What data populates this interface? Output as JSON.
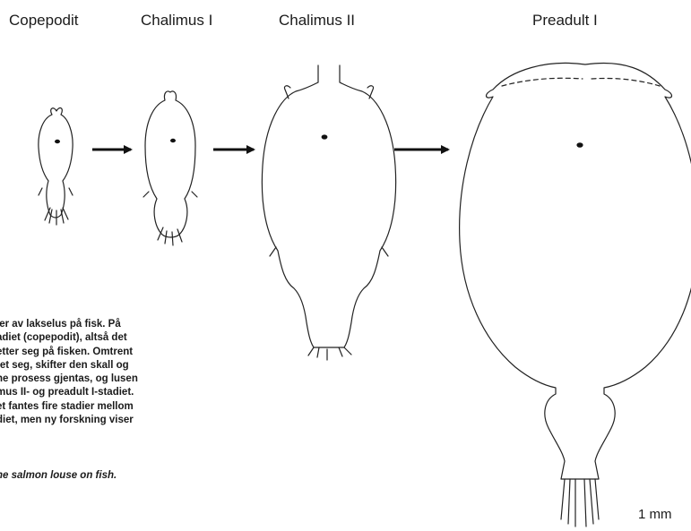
{
  "stages": {
    "copepodit": "Copepodit",
    "chalimus1": "Chalimus I",
    "chalimus2": "Chalimus II",
    "preadult1": "Preadult I"
  },
  "caption_no": [
    "ier av lakselus på fisk. På",
    "adiet (copepodit), altså det",
    "etter seg på fisken. Omtrent",
    "tet seg, skifter den skall og",
    "ne prosess gjentas, og lusen",
    "mus II- og preadult I-stadiet.",
    "et fantes fire stadier mellom",
    "diet, men ny forskning viser"
  ],
  "caption_en": "he salmon louse on fish.",
  "scale_bar": "1 mm"
}
